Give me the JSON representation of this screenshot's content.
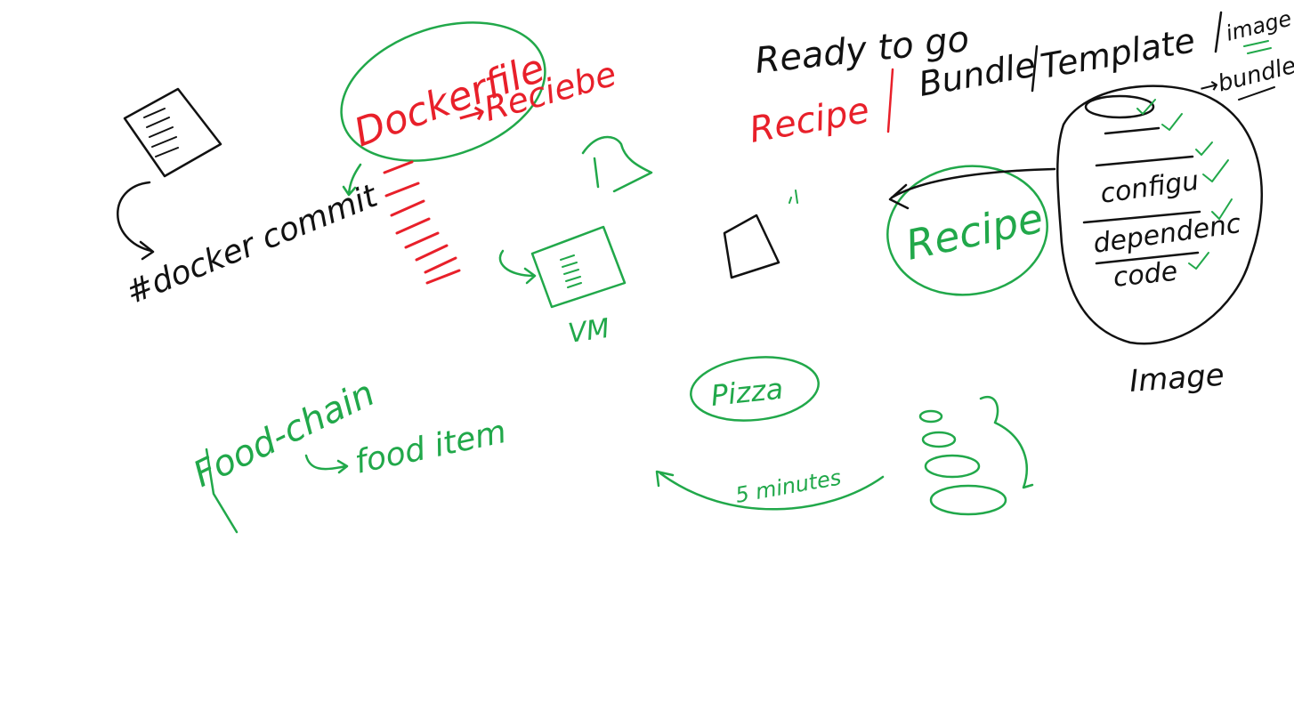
{
  "colors": {
    "background": "#ffffff",
    "black_ink": "#111111",
    "green_ink": "#21a84a",
    "red_ink": "#e8202a"
  },
  "labels": {
    "docker_commit": "#docker commit",
    "dockerfile": "Dockerfile",
    "recipe_arrow": "→Reciebe",
    "vm": "VM",
    "ready_to_go": "Ready to go",
    "recipe_red": "Recipe",
    "bundle": "Bundle",
    "template": "Template",
    "image_header": "image",
    "bundle_note": "→bundle",
    "recipe_green": "Recipe",
    "config": "configu",
    "dependencies": "dependenc",
    "code": "code",
    "image": "Image",
    "pizza": "Pizza",
    "minutes": "5 minutes",
    "food_chain": "Food-chain",
    "food_item": "food item"
  }
}
